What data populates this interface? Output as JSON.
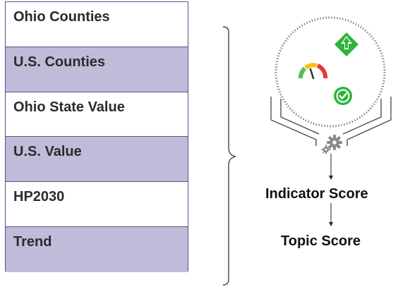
{
  "table": {
    "rows": [
      "Ohio Counties",
      "U.S. Counties",
      "Ohio State Value",
      "U.S. Value",
      "HP2030",
      "Trend"
    ]
  },
  "diagram": {
    "score_label": "Indicator Score",
    "topic_label": "Topic Score",
    "icons": [
      "funnel-icon",
      "gauge-icon",
      "up-arrow-diamond-icon",
      "check-circle-icon",
      "gear-icon"
    ],
    "colors": {
      "table_border": "#5a4d8a",
      "table_shade": "#c2bad9",
      "green": "#2db53a",
      "gauge_red": "#e53935",
      "gauge_yellow": "#f4c20d",
      "gauge_green": "#5cb85c"
    }
  }
}
